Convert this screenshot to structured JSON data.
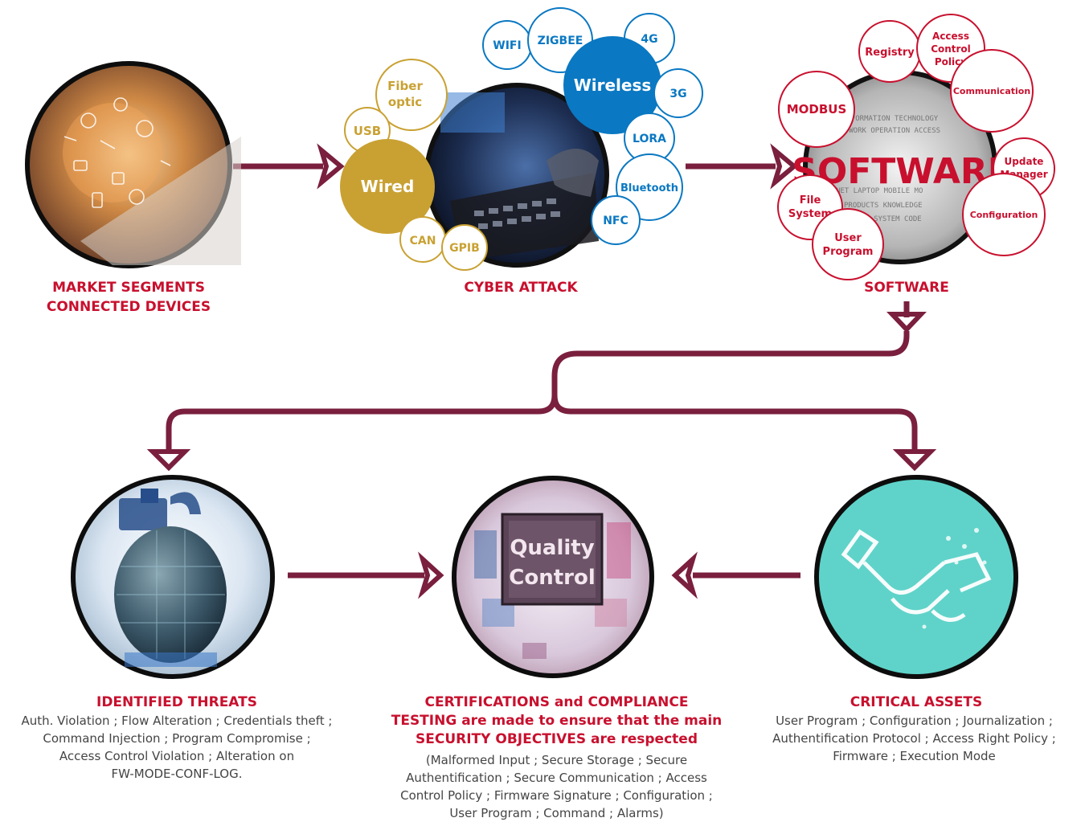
{
  "stages": {
    "market": {
      "title_line1": "MARKET SEGMENTS",
      "title_line2": "CONNECTED DEVICES"
    },
    "cyber": {
      "title": "CYBER ATTACK",
      "wired": {
        "label": "Wired",
        "items": [
          "Fiber optic",
          "USB",
          "CAN",
          "GPIB"
        ]
      },
      "wireless": {
        "label": "Wireless",
        "items": [
          "WIFI",
          "ZIGBEE",
          "4G",
          "3G",
          "LORA",
          "Bluetooth",
          "NFC"
        ]
      }
    },
    "software": {
      "title": "SOFTWARE",
      "center_word": "SOFTWARE",
      "items": [
        "MODBUS",
        "Registry",
        "Access Control Policy",
        "Communication",
        "Update Manager",
        "Configuration",
        "File System",
        "User Program"
      ]
    },
    "threats": {
      "title": "IDENTIFIED THREATS",
      "desc_lines": [
        "Auth. Violation ; Flow Alteration ; Credentials theft ;",
        "Command Injection ; Program Compromise ;",
        "Access Control Violation ; Alteration on",
        "FW-MODE-CONF-LOG."
      ]
    },
    "quality": {
      "image_text_line1": "Quality",
      "image_text_line2": "Control",
      "title_lines": [
        "CERTIFICATIONS and COMPLIANCE",
        "TESTING are made to ensure that the main",
        "SECURITY OBJECTIVES are respected"
      ],
      "desc_lines": [
        "(Malformed Input ; Secure Storage ; Secure",
        "Authentification ; Secure Communication ; Access",
        "Control Policy ; Firmware Signature ; Configuration ;",
        "User Program ; Command ; Alarms)"
      ]
    },
    "assets": {
      "title": "CRITICAL ASSETS",
      "desc_lines": [
        "User Program ; Configuration ; Journalization ;",
        "Authentification Protocol ; Access Right Policy ;",
        "Firmware ; Execution Mode"
      ]
    }
  },
  "colors": {
    "arrow": "#7a1f3d",
    "title_red": "#c8102e",
    "wired_gold": "#c9a133",
    "wireless_blue": "#0a78c2",
    "software_red": "#c8102e",
    "assets_teal": "#5fd3c9"
  }
}
